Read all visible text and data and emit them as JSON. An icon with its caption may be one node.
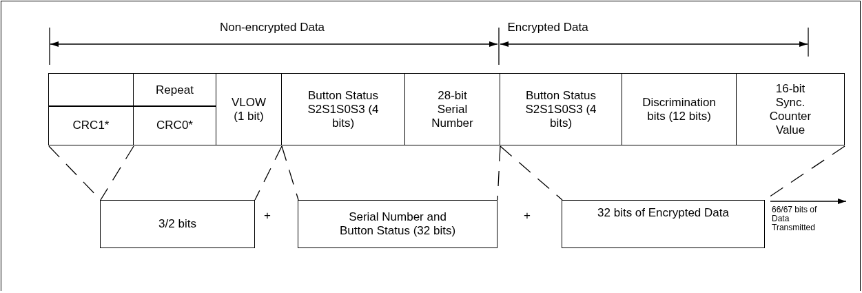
{
  "diagram": {
    "nodes": [
      {
        "text": [],
        "shape": "box"
      },
      {
        "text": [
          "Repeat"
        ]
      },
      {
        "text": [
          "CRC1*"
        ]
      },
      {
        "text": [
          "CRC0*"
        ]
      },
      {
        "text": [
          "VLOW (1 bit)"
        ]
      },
      {
        "text": [
          "Button Status S2S1S0S3 (4 bits)"
        ]
      },
      {
        "text": [
          "28-bit Serial Number"
        ]
      },
      {
        "text": [
          "Button Status S2S1S0S3 (4 bits)"
        ]
      },
      {
        "text": [
          "Discrimination bits (12 bits)"
        ]
      },
      {
        "text": [
          "16-bit Sync. Counter Value"
        ]
      },
      {
        "text": [
          "3/2 bits"
        ]
      },
      {
        "text": [
          "Serial Number and Button Status (32 bits)"
        ]
      },
      {
        "text": [
          "32 bits of Encrypted Data"
        ]
      }
    ],
    "edges": [
      {
        "from": 2,
        "to": 10,
        "arrow": "none",
        "style": "dashed"
      },
      {
        "from": 3,
        "to": 10,
        "arrow": "none",
        "style": "dashed"
      },
      {
        "from": 4,
        "to": 10,
        "arrow": "none",
        "style": "dashed"
      },
      {
        "from": 5,
        "to": 11,
        "arrow": "none",
        "style": "dashed"
      },
      {
        "from": 6,
        "to": 11,
        "arrow": "none",
        "style": "dashed"
      },
      {
        "from": 7,
        "to": 12,
        "arrow": "none",
        "style": "dashed"
      },
      {
        "from": 9,
        "to": 12,
        "arrow": "none",
        "style": "dashed"
      }
    ],
    "labels": [
      "Non-encrypted Data",
      "Encrypted Data",
      "+",
      "+",
      "66/67 bits of Data Transmitted"
    ]
  }
}
